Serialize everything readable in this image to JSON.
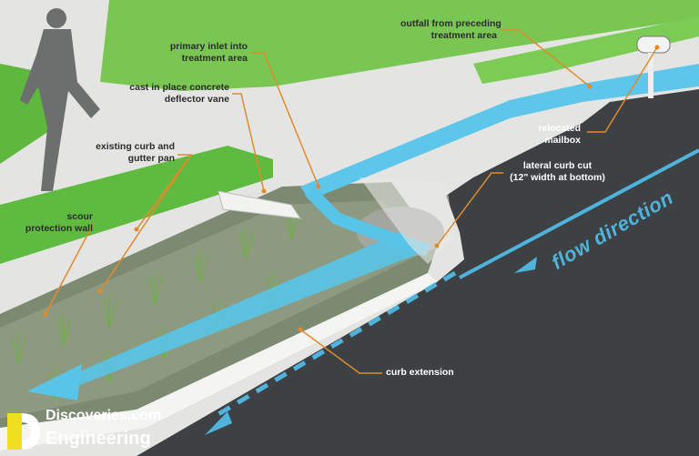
{
  "labels": {
    "outfall": [
      "outfall from preceding",
      "treatment area"
    ],
    "primary_inlet": [
      "primary inlet into",
      "treatment area"
    ],
    "deflector_vane": [
      "cast in place concrete",
      "deflector vane"
    ],
    "curb_gutter": [
      "existing curb and",
      "gutter pan"
    ],
    "scour_wall": [
      "scour",
      "protection wall"
    ],
    "mailbox": [
      "relocated",
      "mailbox"
    ],
    "curb_cut": [
      "lateral curb cut",
      "(12\" width at bottom)"
    ],
    "curb_extension": "curb extension",
    "flow_direction": "flow direction"
  },
  "watermark": {
    "line1": "Discoveries.com",
    "line2": "Engineering"
  },
  "colors": {
    "grass": "#6dbf45",
    "sidewalk": "#e6e7e5",
    "road": "#3d4144",
    "water": "#58c4e8",
    "leader": "#e08a2c",
    "flow_text": "#4fb3dc",
    "logo_yellow": "#f0e020"
  }
}
